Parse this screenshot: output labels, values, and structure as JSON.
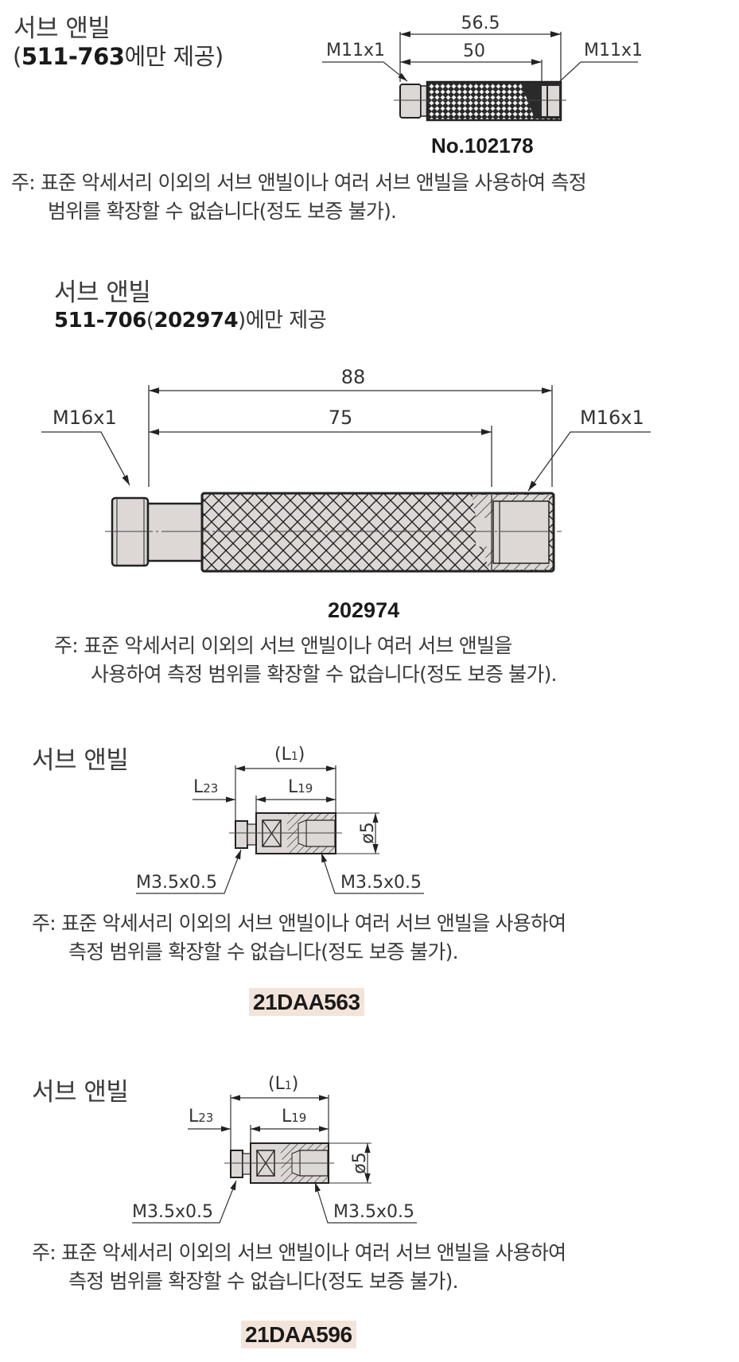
{
  "sections": [
    {
      "title": "서브 앤빌",
      "subtitle_prefix": "(",
      "subtitle_bold": "511-763",
      "subtitle_suffix": "에만 제공)",
      "part_number": "No.102178",
      "dimensions": {
        "overall": "56.5",
        "inner": "50",
        "thread_left": "M11x1",
        "thread_right": "M11x1"
      },
      "note_line1": "주: 표준 악세서리 이외의 서브 앤빌이나 여러 서브 앤빌을 사용하여 측정",
      "note_line2": "범위를 확장할 수 없습니다(정도 보증 불가)."
    },
    {
      "title": "서브 앤빌",
      "subtitle_bold1": "511-706",
      "subtitle_paren_open": "(",
      "subtitle_bold2": "202974",
      "subtitle_suffix": ")에만 제공",
      "part_number": "202974",
      "dimensions": {
        "overall": "88",
        "inner": "75",
        "thread_left": "M16x1",
        "thread_right": "M16x1"
      },
      "note_line1": "주: 표준 악세서리 이외의 서브 앤빌이나 여러 서브 앤빌을",
      "note_line2": "사용하여 측정 범위를 확장할 수 없습니다(정도 보증 불가)."
    },
    {
      "title": "서브 앤빌",
      "part_number": "21DAA563",
      "dimensions": {
        "overall": "(L1)",
        "overall_main": "(L",
        "overall_sub": "1",
        "overall_close": ")",
        "left_main": "L",
        "left_sub": "23",
        "inner_main": "L",
        "inner_sub": "19",
        "diameter": "ø5",
        "thread_left": "M3.5x0.5",
        "thread_right": "M3.5x0.5"
      },
      "note_line1": "주: 표준 악세서리 이외의 서브 앤빌이나 여러 서브 앤빌을 사용하여",
      "note_line2": "측정 범위를 확장할 수 없습니다(정도 보증 불가)."
    },
    {
      "title": "서브 앤빌",
      "part_number": "21DAA596",
      "dimensions": {
        "overall_main": "(L",
        "overall_sub": "1",
        "overall_close": ")",
        "left_main": "L",
        "left_sub": "23",
        "inner_main": "L",
        "inner_sub": "19",
        "diameter": "ø5",
        "thread_left": "M3.5x0.5",
        "thread_right": "M3.5x0.5"
      },
      "note_line1": "주: 표준 악세서리 이외의 서브 앤빌이나 여러 서브 앤빌을 사용하여",
      "note_line2": "측정 범위를 확장할 수 없습니다(정도 보증 불가)."
    }
  ],
  "colors": {
    "highlight": "#f3e4da",
    "part_fill": "#ddd8d5",
    "line": "#222222"
  }
}
